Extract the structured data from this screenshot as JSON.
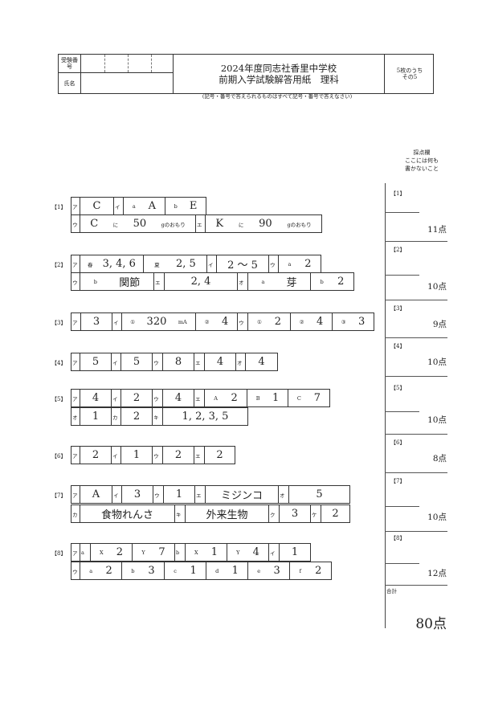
{
  "header": {
    "exam_number_label": "受験番号",
    "name_label": "氏名",
    "title_line1": "2024年度同志社香里中学校",
    "title_line2": "前期入学試験解答用紙　理科",
    "page_line1": "5枚のうち",
    "page_line2": "その5",
    "caption": "(記号・番号で答えられるものはすべて記号・番号で答えなさい)"
  },
  "score_column": {
    "heading_line1": "採点欄",
    "heading_line2": "ここには何も",
    "heading_line3": "書かないこと",
    "sections": [
      {
        "label": "【1】",
        "points": "11点"
      },
      {
        "label": "【2】",
        "points": "10点"
      },
      {
        "label": "【3】",
        "points": "9点"
      },
      {
        "label": "【4】",
        "points": "10点"
      },
      {
        "label": "【5】",
        "points": "10点"
      },
      {
        "label": "【6】",
        "points": "8点"
      },
      {
        "label": "【7】",
        "points": "10点"
      },
      {
        "label": "【8】",
        "points": "12点"
      }
    ],
    "total_label": "合計",
    "total_points": "80点"
  },
  "questions": [
    {
      "label": "【1】",
      "rows": [
        [
          {
            "k": "ア"
          },
          {
            "p": [
              {
                "t": "C"
              }
            ]
          },
          {
            "k": "イ"
          },
          {
            "p": [
              {
                "t": "a",
                "s": 1
              },
              {
                "t": "A"
              }
            ]
          },
          {
            "p": [
              {
                "t": "b",
                "s": 1
              },
              {
                "t": "E"
              }
            ]
          }
        ],
        [
          {
            "k": "ウ"
          },
          {
            "p": [
              {
                "t": "C"
              },
              {
                "t": "に",
                "s": 1
              },
              {
                "t": "50"
              },
              {
                "t": "gのおもり",
                "s": 1
              }
            ]
          },
          {
            "k": "エ"
          },
          {
            "p": [
              {
                "t": "K"
              },
              {
                "t": "に",
                "s": 1
              },
              {
                "t": "90"
              },
              {
                "t": "gのおもり",
                "s": 1
              }
            ]
          }
        ]
      ]
    },
    {
      "label": "【2】",
      "rows": [
        [
          {
            "k": "ア"
          },
          {
            "p": [
              {
                "t": "春",
                "s": 1
              },
              {
                "t": "3, 4, 6"
              }
            ]
          },
          {
            "p": [
              {
                "t": "夏",
                "s": 1
              },
              {
                "t": "2, 5"
              }
            ]
          },
          {
            "k": "イ"
          },
          {
            "p": [
              {
                "t": "2 ～ 5"
              }
            ]
          },
          {
            "k": "ウ"
          },
          {
            "p": [
              {
                "t": "a",
                "s": 1
              },
              {
                "t": "2"
              }
            ]
          }
        ],
        [
          {
            "k": "ウ"
          },
          {
            "p": [
              {
                "t": "b",
                "s": 1
              },
              {
                "t": "関節"
              }
            ]
          },
          {
            "k": "エ"
          },
          {
            "p": [
              {
                "t": "2, 4"
              }
            ]
          },
          {
            "k": "オ"
          },
          {
            "p": [
              {
                "t": "a",
                "s": 1
              },
              {
                "t": "芽"
              }
            ]
          },
          {
            "p": [
              {
                "t": "b",
                "s": 1
              },
              {
                "t": "2"
              }
            ]
          }
        ]
      ]
    },
    {
      "label": "【3】",
      "rows": [
        [
          {
            "k": "ア"
          },
          {
            "p": [
              {
                "t": "3"
              }
            ]
          },
          {
            "k": "イ"
          },
          {
            "p": [
              {
                "t": "①",
                "s": 1
              },
              {
                "t": "320"
              },
              {
                "t": "mA",
                "s": 1
              }
            ]
          },
          {
            "p": [
              {
                "t": "②",
                "s": 1
              },
              {
                "t": "4"
              }
            ]
          },
          {
            "k": "ウ"
          },
          {
            "p": [
              {
                "t": "①",
                "s": 1
              },
              {
                "t": "2"
              }
            ]
          },
          {
            "p": [
              {
                "t": "②",
                "s": 1
              },
              {
                "t": "4"
              }
            ]
          },
          {
            "p": [
              {
                "t": "③",
                "s": 1
              },
              {
                "t": "3"
              }
            ]
          }
        ]
      ]
    },
    {
      "label": "【4】",
      "rows": [
        [
          {
            "k": "ア"
          },
          {
            "p": [
              {
                "t": "5"
              }
            ]
          },
          {
            "k": "イ"
          },
          {
            "p": [
              {
                "t": "5"
              }
            ]
          },
          {
            "k": "ウ"
          },
          {
            "p": [
              {
                "t": "8"
              }
            ]
          },
          {
            "k": "エ"
          },
          {
            "p": [
              {
                "t": "4"
              }
            ]
          },
          {
            "k": "オ"
          },
          {
            "p": [
              {
                "t": "4"
              }
            ]
          }
        ]
      ]
    },
    {
      "label": "【5】",
      "rows": [
        [
          {
            "k": "ア"
          },
          {
            "p": [
              {
                "t": "4"
              }
            ]
          },
          {
            "k": "イ"
          },
          {
            "p": [
              {
                "t": "2"
              }
            ]
          },
          {
            "k": "ウ"
          },
          {
            "p": [
              {
                "t": "4"
              }
            ]
          },
          {
            "k": "エ"
          },
          {
            "p": [
              {
                "t": "A",
                "s": 1
              },
              {
                "t": "2"
              }
            ]
          },
          {
            "p": [
              {
                "t": "B",
                "s": 1
              },
              {
                "t": "1"
              }
            ]
          },
          {
            "p": [
              {
                "t": "C",
                "s": 1
              },
              {
                "t": "7"
              }
            ]
          }
        ],
        [
          {
            "k": "オ"
          },
          {
            "p": [
              {
                "t": "1"
              }
            ]
          },
          {
            "k": "カ"
          },
          {
            "p": [
              {
                "t": "2"
              }
            ]
          },
          {
            "k": "キ"
          },
          {
            "p": [
              {
                "t": "1, 2, 3, 5"
              }
            ]
          }
        ]
      ]
    },
    {
      "label": "【6】",
      "rows": [
        [
          {
            "k": "ア"
          },
          {
            "p": [
              {
                "t": "2"
              }
            ]
          },
          {
            "k": "イ"
          },
          {
            "p": [
              {
                "t": "1"
              }
            ]
          },
          {
            "k": "ウ"
          },
          {
            "p": [
              {
                "t": "2"
              }
            ]
          },
          {
            "k": "エ"
          },
          {
            "p": [
              {
                "t": "2"
              }
            ]
          }
        ]
      ]
    },
    {
      "label": "【7】",
      "rows": [
        [
          {
            "k": "ア"
          },
          {
            "p": [
              {
                "t": "A"
              }
            ]
          },
          {
            "k": "イ"
          },
          {
            "p": [
              {
                "t": "3"
              }
            ]
          },
          {
            "k": "ウ"
          },
          {
            "p": [
              {
                "t": "1"
              }
            ]
          },
          {
            "k": "エ"
          },
          {
            "p": [
              {
                "t": "ミジンコ"
              }
            ]
          },
          {
            "k": "オ"
          },
          {
            "p": [
              {
                "t": "5"
              }
            ]
          }
        ],
        [
          {
            "k": "カ"
          },
          {
            "p": [
              {
                "t": "食物れんさ"
              }
            ]
          },
          {
            "k": "キ"
          },
          {
            "p": [
              {
                "t": "外来生物"
              }
            ]
          },
          {
            "k": "ク"
          },
          {
            "p": [
              {
                "t": "3"
              }
            ]
          },
          {
            "k": "ケ"
          },
          {
            "p": [
              {
                "t": "2"
              }
            ]
          }
        ]
      ]
    },
    {
      "label": "【8】",
      "rows": [
        [
          {
            "k": "ア"
          },
          {
            "k": "a"
          },
          {
            "p": [
              {
                "t": "X",
                "s": 1
              },
              {
                "t": "2"
              }
            ]
          },
          {
            "p": [
              {
                "t": "Y",
                "s": 1
              },
              {
                "t": "7"
              }
            ]
          },
          {
            "k": "b"
          },
          {
            "p": [
              {
                "t": "X",
                "s": 1
              },
              {
                "t": "1"
              }
            ]
          },
          {
            "p": [
              {
                "t": "Y",
                "s": 1
              },
              {
                "t": "4"
              }
            ]
          },
          {
            "k": "イ"
          },
          {
            "p": [
              {
                "t": "1"
              }
            ]
          }
        ],
        [
          {
            "k": "ウ"
          },
          {
            "p": [
              {
                "t": "a",
                "s": 1
              },
              {
                "t": "2"
              }
            ]
          },
          {
            "p": [
              {
                "t": "b",
                "s": 1
              },
              {
                "t": "3"
              }
            ]
          },
          {
            "p": [
              {
                "t": "c",
                "s": 1
              },
              {
                "t": "1"
              }
            ]
          },
          {
            "p": [
              {
                "t": "d",
                "s": 1
              },
              {
                "t": "1"
              }
            ]
          },
          {
            "p": [
              {
                "t": "e",
                "s": 1
              },
              {
                "t": "3"
              }
            ]
          },
          {
            "p": [
              {
                "t": "f",
                "s": 1
              },
              {
                "t": "2"
              }
            ]
          }
        ]
      ]
    }
  ]
}
